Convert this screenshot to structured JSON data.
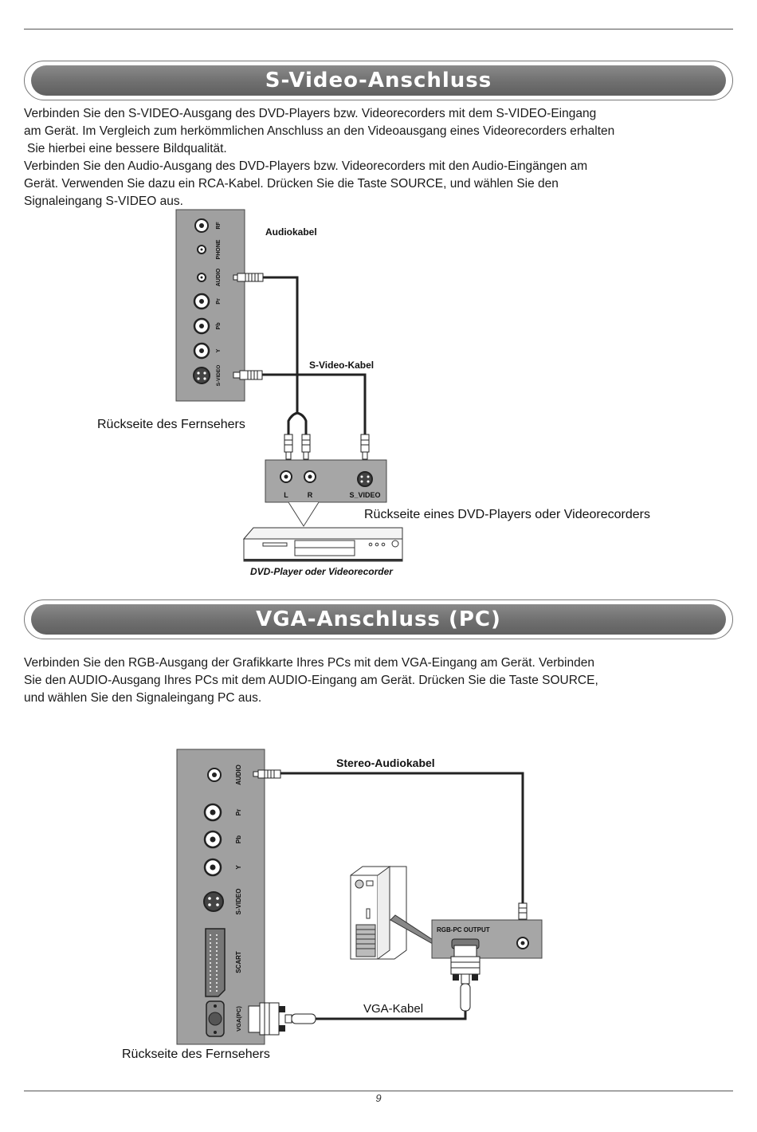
{
  "section1": {
    "title": "S-Video-Anschluss",
    "lines": [
      "Verbinden Sie den S-VIDEO-Ausgang des DVD-Players bzw. Videorecorders mit dem S-VIDEO-Eingang",
      "am Gerät. Im Vergleich zum herkömmlichen Anschluss an den Videoausgang eines Videorecorders erhalten",
      "Sie hierbei eine bessere Bildqualität.",
      "Verbinden Sie den Audio-Ausgang des DVD-Players bzw. Videorecorders mit den Audio-Eingängen am",
      "Gerät. Verwenden Sie dazu ein RCA-Kabel. Drücken Sie die Taste SOURCE, und wählen Sie den",
      "Signaleingang S-VIDEO aus."
    ],
    "diagram": {
      "tv_panel_labels": [
        "RF",
        "PHONE",
        "AUDIO",
        "Pr",
        "Pb",
        "Y",
        "S-VIDEO"
      ],
      "audio_cable_label": "Audiokabel",
      "svideo_cable_label": "S-Video-Kabel",
      "tv_rear_label": "Rückseite des Fernsehers",
      "dvd_rear_label": "Rückseite eines DVD-Players oder Videorecorders",
      "dvd_jack_labels": [
        "L",
        "R",
        "S_VIDEO"
      ],
      "dvd_device_label": "DVD-Player oder Videorecorder"
    }
  },
  "section2": {
    "title": "VGA-Anschluss (PC)",
    "lines": [
      "Verbinden Sie den RGB-Ausgang der Grafikkarte Ihres PCs mit dem VGA-Eingang am Gerät. Verbinden",
      "Sie den AUDIO-Ausgang Ihres PCs mit dem AUDIO-Eingang am Gerät. Drücken Sie die Taste SOURCE,",
      "und wählen Sie den Signaleingang PC aus."
    ],
    "diagram": {
      "tv_panel_labels": [
        "AUDIO",
        "Pr",
        "Pb",
        "Y",
        "S-VIDEO",
        "SCART",
        "VGA(PC)"
      ],
      "stereo_cable_label": "Stereo-Audiokabel",
      "vga_cable_label": "VGA-Kabel",
      "pc_output_label": "RGB-PC OUTPUT",
      "tv_rear_label": "Rückseite des Fernsehers"
    }
  },
  "page_number": "9"
}
